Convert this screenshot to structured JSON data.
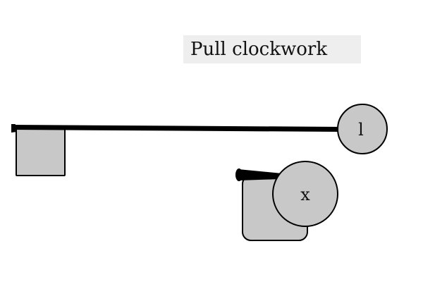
{
  "instruction": {
    "text": "Pull clockwork"
  },
  "scene": {
    "colors": {
      "background": "#ffffff",
      "shape_fill": "#c8c8c8",
      "stroke": "#000000",
      "label_bg": "#eeeeee"
    },
    "objects": [
      {
        "name": "rod-1",
        "kind": "rod",
        "label": ""
      },
      {
        "name": "square-block",
        "kind": "block",
        "label": ""
      },
      {
        "name": "wheel-l",
        "kind": "wheel",
        "label": "l"
      },
      {
        "name": "rod-2",
        "kind": "rod",
        "label": ""
      },
      {
        "name": "rounded-block",
        "kind": "block",
        "label": ""
      },
      {
        "name": "wheel-x",
        "kind": "wheel",
        "label": "x"
      }
    ]
  }
}
